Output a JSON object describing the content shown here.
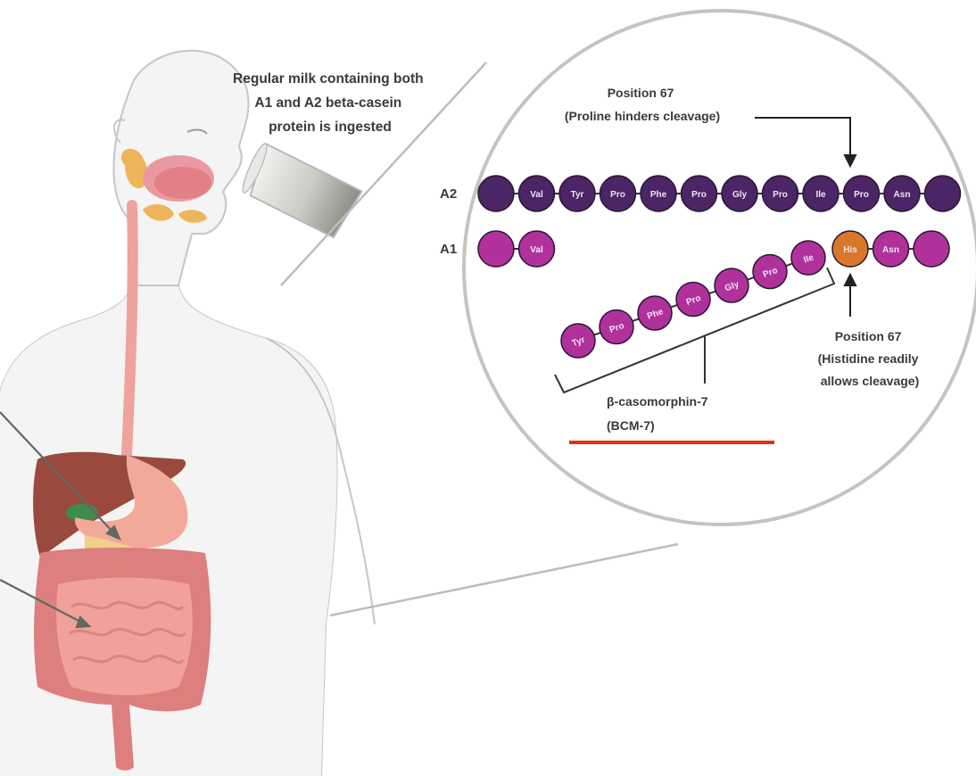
{
  "title": "A1 vs A2 beta-casein digestion and BCM-7 formation",
  "ingestion_caption": [
    "Regular milk containing both",
    "A1 and A2 beta-casein",
    "protein is ingested"
  ],
  "a2": {
    "label": "A2",
    "residues": [
      "",
      "Val",
      "Tyr",
      "Pro",
      "Phe",
      "Pro",
      "Gly",
      "Pro",
      "Ile",
      "Pro",
      "Asn",
      ""
    ],
    "color": "#4b2566",
    "annotation": [
      "Position 67",
      "(Proline hinders cleavage)"
    ]
  },
  "a1": {
    "label": "A1",
    "residues_left": [
      "",
      "Val"
    ],
    "cleaved_peptide": [
      "Tyr",
      "Pro",
      "Phe",
      "Pro",
      "Gly",
      "Pro",
      "Ile"
    ],
    "residues_right": [
      "His",
      "Asn",
      ""
    ],
    "color": "#b0319c",
    "highlight_color": "#d9782a",
    "annotation": [
      "Position 67",
      "(Histidine readily",
      "allows cleavage)"
    ]
  },
  "bcm7": {
    "label": [
      "β-casomorphin-7",
      "(BCM-7)"
    ],
    "underline_color": "#ee2b12"
  },
  "icons": {
    "body": "human-torso-icon",
    "glass": "milk-glass-icon",
    "magnifier": "zoom-circle-icon"
  }
}
